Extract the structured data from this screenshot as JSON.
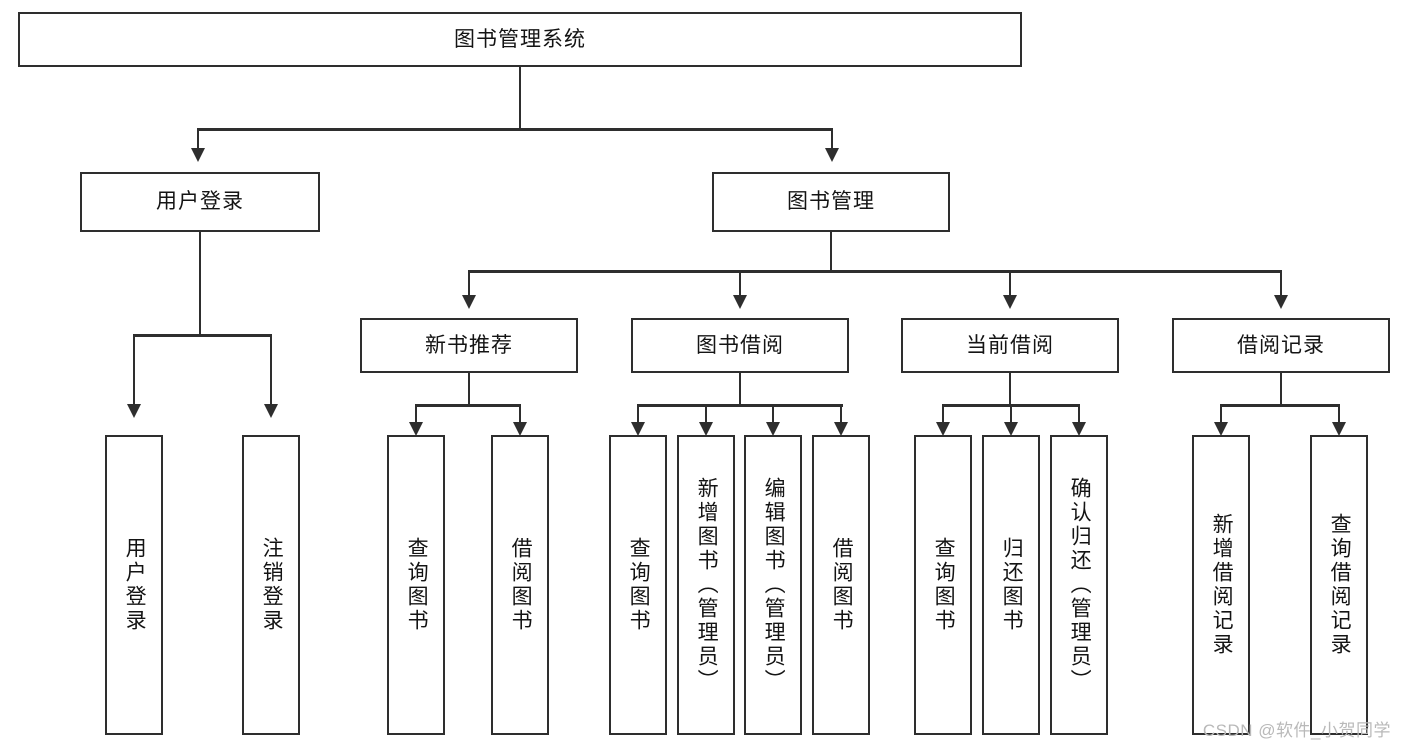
{
  "diagram": {
    "title": "图书管理系统",
    "type": "tree",
    "root": {
      "label": "图书管理系统"
    },
    "level2": [
      {
        "label": "用户登录"
      },
      {
        "label": "图书管理"
      }
    ],
    "level3": [
      {
        "label": "新书推荐"
      },
      {
        "label": "图书借阅"
      },
      {
        "label": "当前借阅"
      },
      {
        "label": "借阅记录"
      }
    ],
    "leaves": {
      "user_login": [
        {
          "label": "用户登录"
        },
        {
          "label": "注销登录"
        }
      ],
      "new_book_recommend": [
        {
          "label": "查询图书"
        },
        {
          "label": "借阅图书"
        }
      ],
      "book_borrow": [
        {
          "label": "查询图书"
        },
        {
          "label": "新增图书（管理员）"
        },
        {
          "label": "编辑图书（管理员）"
        },
        {
          "label": "借阅图书"
        }
      ],
      "current_borrow": [
        {
          "label": "查询图书"
        },
        {
          "label": "归还图书"
        },
        {
          "label": "确认归还（管理员）"
        }
      ],
      "borrow_record": [
        {
          "label": "新增借阅记录"
        },
        {
          "label": "查询借阅记录"
        }
      ]
    }
  },
  "watermark": {
    "text": "CSDN @软件_小贺同学"
  },
  "colors": {
    "stroke": "#2e2e2e",
    "background": "#ffffff",
    "text": "#141414",
    "watermark": "#b9b9b9"
  }
}
